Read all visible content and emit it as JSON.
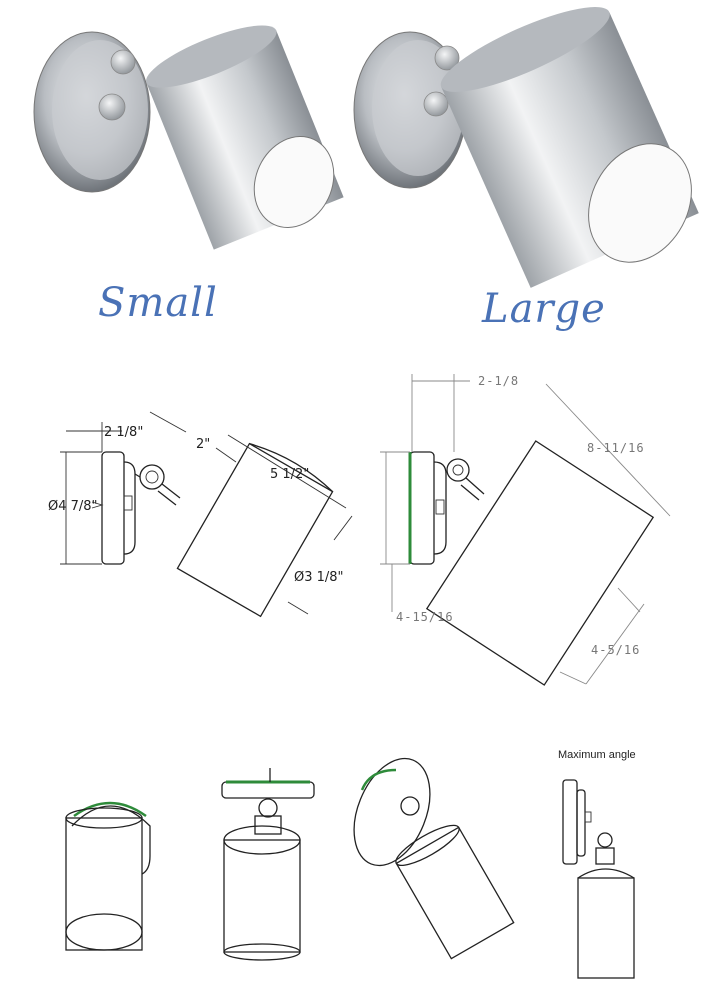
{
  "variants": {
    "small_label": "Small",
    "large_label": "Large"
  },
  "small_dimensions": {
    "mount_offset": "2 1/8\"",
    "arm_length": "2\"",
    "body_length": "5 1/2\"",
    "base_diameter": "Ø4 7/8\"",
    "body_diameter": "Ø3 1/8\""
  },
  "large_dimensions": {
    "mount_offset": "2-1/8",
    "body_length": "8-11/16",
    "base_diameter": "4-15/16",
    "body_diameter": "4-5/16"
  },
  "views": {
    "maximum_angle_label": "Maximum angle"
  },
  "colors": {
    "label_blue": "#4a72b6",
    "base_green": "#2e8b3a",
    "metal_light": "#e6e8ea",
    "metal_dark": "#8f949a"
  }
}
